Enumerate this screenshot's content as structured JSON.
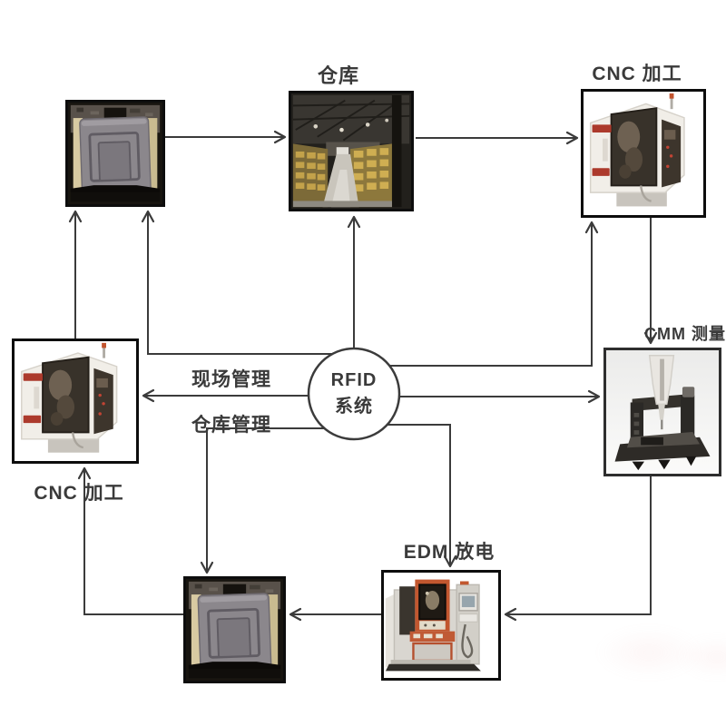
{
  "diagram": {
    "center_node": {
      "line1": "RFID",
      "line2": "系统"
    },
    "labels": {
      "warehouse": "仓库",
      "cnc_top": "CNC 加工",
      "cnc_left": "CNC 加工",
      "cmm": "CMM 测量",
      "edm": "EDM 放电",
      "field_management": "现场管理",
      "warehouse_management": "仓库管理"
    },
    "colors": {
      "line": "#3b3b3b",
      "text": "#3a3a3a",
      "background": "#ffffff",
      "edm_accent": "#c2572f",
      "cnc_accent": "#ac3a2c",
      "rack_amber": "#c3a24a"
    }
  }
}
